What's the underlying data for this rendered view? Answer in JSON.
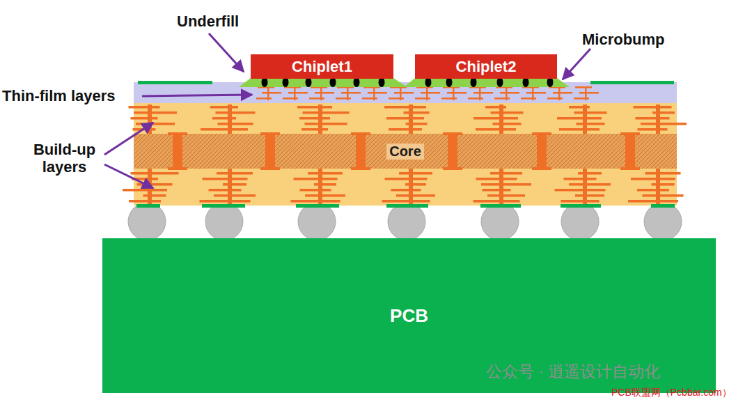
{
  "diagram": {
    "nodes": [
      {
        "text": [
          "Chiplet1"
        ]
      },
      {
        "text": [
          "Chiplet2"
        ]
      },
      {
        "text": [
          "Core"
        ]
      },
      {
        "text": [
          "PCB"
        ]
      }
    ],
    "labels": [
      "Underfill",
      "Microbump",
      "Thin-film layers",
      "Build-up layers",
      "公众号 · 逍遥设计自动化",
      "PCB联盟网（Pcbbar.com）"
    ]
  }
}
